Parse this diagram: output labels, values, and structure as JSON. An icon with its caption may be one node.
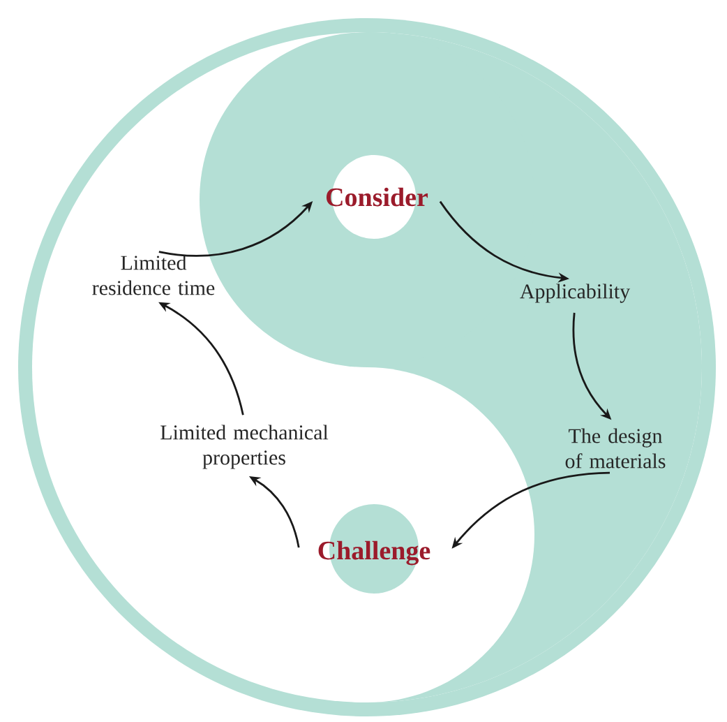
{
  "diagram": {
    "nodes": [
      {
        "text": [
          "Consider"
        ]
      },
      {
        "text": [
          "Applicability"
        ]
      },
      {
        "text": [
          "The design of materials"
        ]
      },
      {
        "text": [
          "Challenge"
        ]
      },
      {
        "text": [
          "Limited mechanical properties"
        ]
      },
      {
        "text": [
          "Limited residence time"
        ]
      }
    ],
    "edges": [
      {
        "from": 0,
        "to": 1,
        "arrow": "to"
      },
      {
        "from": 1,
        "to": 2,
        "arrow": "to"
      },
      {
        "from": 2,
        "to": 3,
        "arrow": "to"
      },
      {
        "from": 3,
        "to": 4,
        "arrow": "to"
      },
      {
        "from": 4,
        "to": 5,
        "arrow": "to"
      },
      {
        "from": 5,
        "to": 0,
        "arrow": "to"
      }
    ]
  }
}
